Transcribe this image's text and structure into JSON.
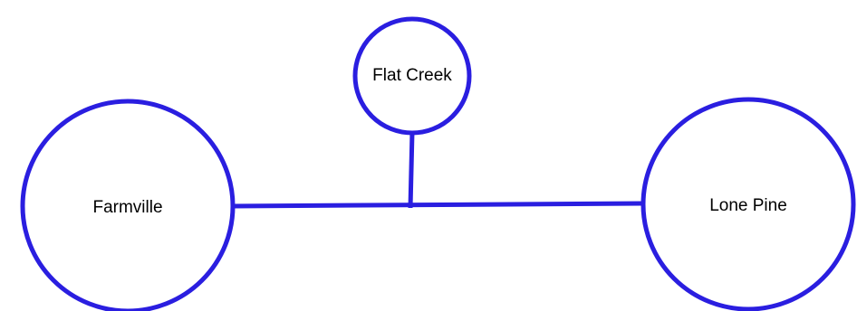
{
  "colors": {
    "stroke": "#2a1ee0",
    "label": "#000000",
    "background": "#ffffff"
  },
  "nodes": [
    {
      "id": "farmville",
      "label": "Farmville"
    },
    {
      "id": "flat-creek",
      "label": "Flat Creek"
    },
    {
      "id": "lone-pine",
      "label": "Lone Pine"
    }
  ],
  "edges": [
    {
      "from": "farmville",
      "to": "lone-pine"
    },
    {
      "from": "flat-creek",
      "to": "junction"
    }
  ]
}
